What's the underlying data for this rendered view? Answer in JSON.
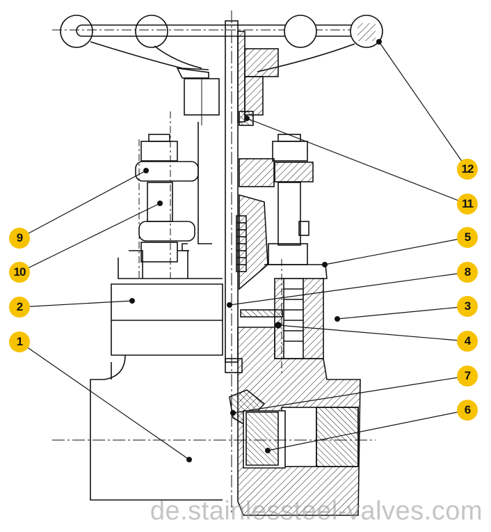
{
  "colors": {
    "line": "#111111",
    "badge": "#f7c200",
    "badge_text": "#111111",
    "watermark": "#9a9a9a"
  },
  "parts": [
    {
      "number": "1"
    },
    {
      "number": "2"
    },
    {
      "number": "3"
    },
    {
      "number": "4"
    },
    {
      "number": "5"
    },
    {
      "number": "6"
    },
    {
      "number": "7"
    },
    {
      "number": "8"
    },
    {
      "number": "9"
    },
    {
      "number": "10"
    },
    {
      "number": "11"
    },
    {
      "number": "12"
    }
  ],
  "watermark": "de.stainlessteel-valves.com"
}
